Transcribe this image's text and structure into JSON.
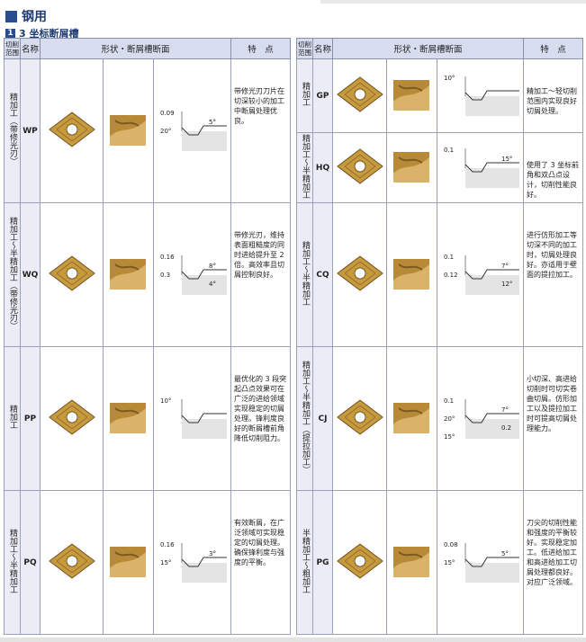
{
  "section_title": "钢用",
  "subsection": {
    "number": "1",
    "title": "3 坐标断屑槽"
  },
  "headers": {
    "range": "切削范围",
    "name": "名称",
    "shape": "形状・断屑槽断面",
    "feature": "特　点"
  },
  "left_rows": [
    {
      "range": "精加工（带修光刃）",
      "name": "WP",
      "dims": [
        "0.09",
        "5°",
        "20°"
      ],
      "feature": "带修光刃刀片在切深较小的加工中断屑处理优良。"
    },
    {
      "range": "精加工〜半精加工（带修光刃）",
      "name": "WQ",
      "dims": [
        "0.16",
        "8°",
        "0.3",
        "4°"
      ],
      "feature": "带修光刃，维持表面粗糙度的同时进给提升至 2 倍。高效率且切屑控制良好。"
    },
    {
      "range": "精加工",
      "name": "PP",
      "dims": [
        "10°"
      ],
      "feature": "最优化的 3 段突起凸点效果可在广泛的进给领域实现稳定的切屑处理。锋利度良好的断屑槽前角降低切削阻力。"
    },
    {
      "range": "精加工〜半精加工",
      "name": "PQ",
      "dims": [
        "0.16",
        "3°",
        "15°"
      ],
      "feature": "有效断屑，在广泛领域可实现稳定的切屑处理。确保锋利度与强度的平衡。"
    }
  ],
  "right_rows": [
    {
      "range": "精加工",
      "name": "GP",
      "dims": [
        "10°"
      ],
      "feature": "精加工〜轻切削范围内实现良好切屑处理。"
    },
    {
      "range": "精加工〜半精加工",
      "name": "HQ",
      "dims": [
        "0.1",
        "15°"
      ],
      "feature": "使用了 3 坐标前角和双凸点设计，切削性能良好。"
    },
    {
      "range": "精加工〜半精加工",
      "name": "CQ",
      "dims": [
        "0.1",
        "7°",
        "0.12",
        "12°"
      ],
      "feature": "进行仿形加工等切深不同的加工时，切屑处理良好。亦适用于壁面的提拉加工。"
    },
    {
      "range": "精加工〜半精加工（提拉加工）",
      "name": "CJ",
      "dims": [
        "0.1",
        "7°",
        "20°",
        "0.2",
        "15°"
      ],
      "feature": "小切深、高进给切削时可切实卷曲切屑。仿形加工以及提拉加工时可提高切屑处理能力。"
    },
    {
      "range": "半精加工〜粗加工",
      "name": "PG",
      "dims": [
        "0.08",
        "5°",
        "15°"
      ],
      "feature": "刀尖的切削性能和强度的平衡较好。实现稳定加工。低进给加工和高进给加工切屑处理都良好。对应广泛领域。"
    }
  ],
  "colors": {
    "accent": "#2a4d8f",
    "header_bg": "#d8dcef",
    "gold": "#c79a3e"
  }
}
